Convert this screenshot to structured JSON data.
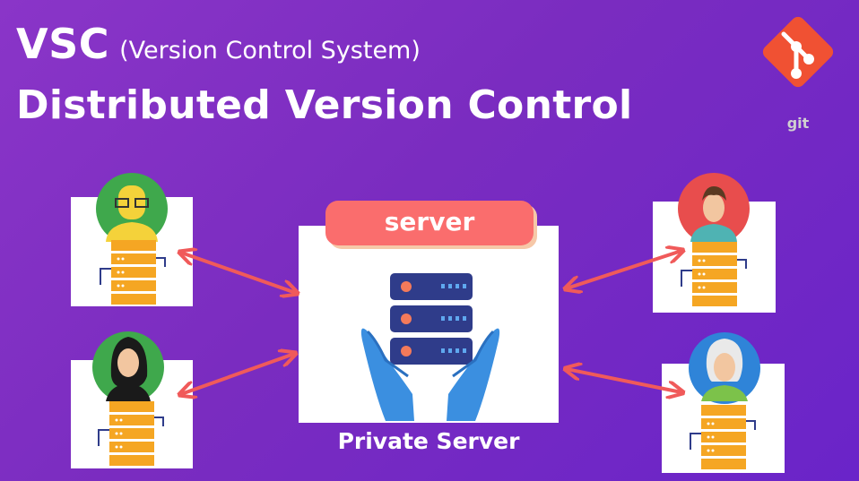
{
  "title": {
    "acronym": "VSC",
    "expansion": "(Version Control System)",
    "heading": "Distributed Version Control"
  },
  "logo": {
    "icon": "git-icon",
    "text": "git",
    "color": "#f05133"
  },
  "server": {
    "badge": "server",
    "label": "Private Server",
    "badge_color": "#fa6d6d",
    "rack_color": "#2f3c8a",
    "hands_color": "#3b8fe0"
  },
  "clients": [
    {
      "name": "client-top-left",
      "avatar": "nerd-avatar-icon",
      "circle_color": "#3fa84c"
    },
    {
      "name": "client-bottom-left",
      "avatar": "woman-dark-hair-avatar-icon",
      "circle_color": "#3fa84c"
    },
    {
      "name": "client-top-right",
      "avatar": "man-avatar-icon",
      "circle_color": "#e84d4d"
    },
    {
      "name": "client-bottom-right",
      "avatar": "old-woman-avatar-icon",
      "circle_color": "#2f84d8"
    }
  ],
  "arrow_color": "#f05a5a",
  "connections": "bidirectional"
}
